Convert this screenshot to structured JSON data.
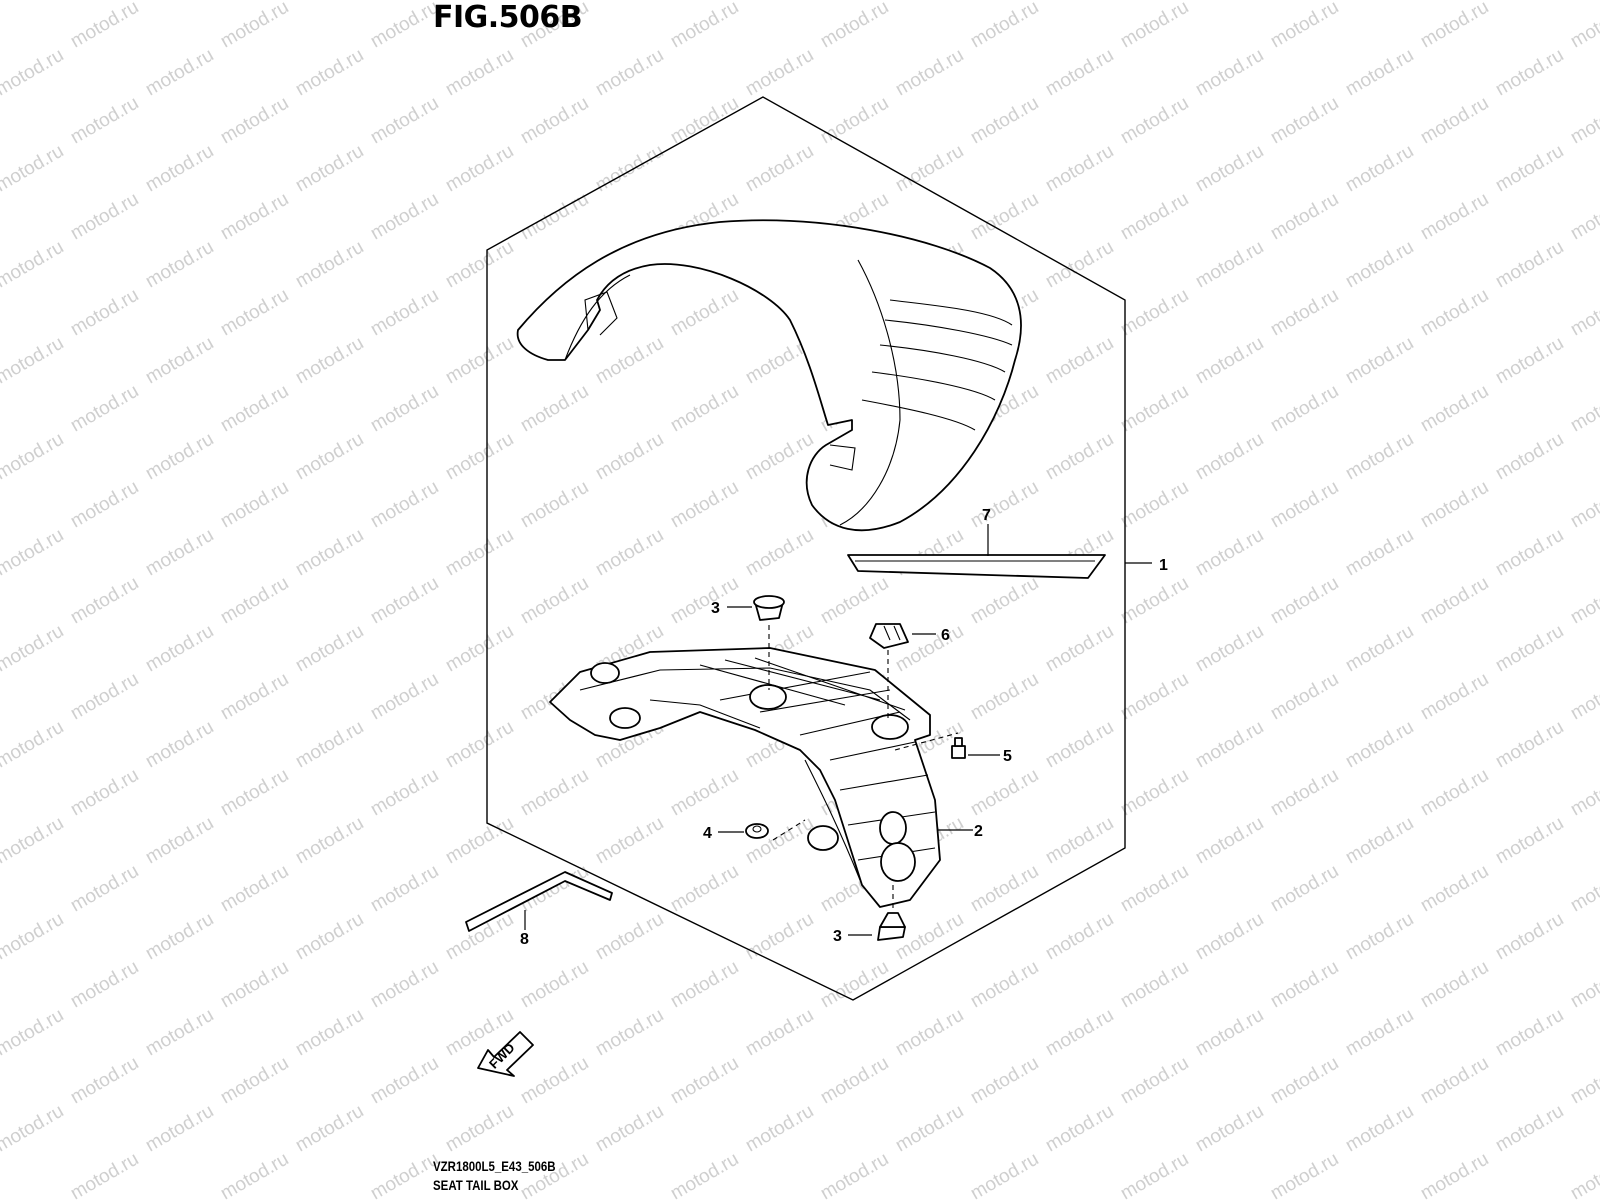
{
  "figure": {
    "title": "FIG.506B",
    "model_code": "VZR1800L5_E43_506B",
    "section_name": "SEAT TAIL BOX",
    "direction_label": "FWD",
    "watermark": "motod.ru"
  },
  "callouts": [
    {
      "id": "1",
      "part": "seat-tail-box"
    },
    {
      "id": "2",
      "part": "seat-tail-bracket"
    },
    {
      "id": "3",
      "part": "cushion-upper"
    },
    {
      "id": "3",
      "part": "cushion-lower"
    },
    {
      "id": "4",
      "part": "washer"
    },
    {
      "id": "5",
      "part": "bolt"
    },
    {
      "id": "6",
      "part": "clip-nut"
    },
    {
      "id": "7",
      "part": "trim-strip"
    },
    {
      "id": "8",
      "part": "hex-wrench"
    }
  ],
  "colors": {
    "line": "#000000",
    "background": "#ffffff",
    "watermark": "#cfcfcf"
  }
}
